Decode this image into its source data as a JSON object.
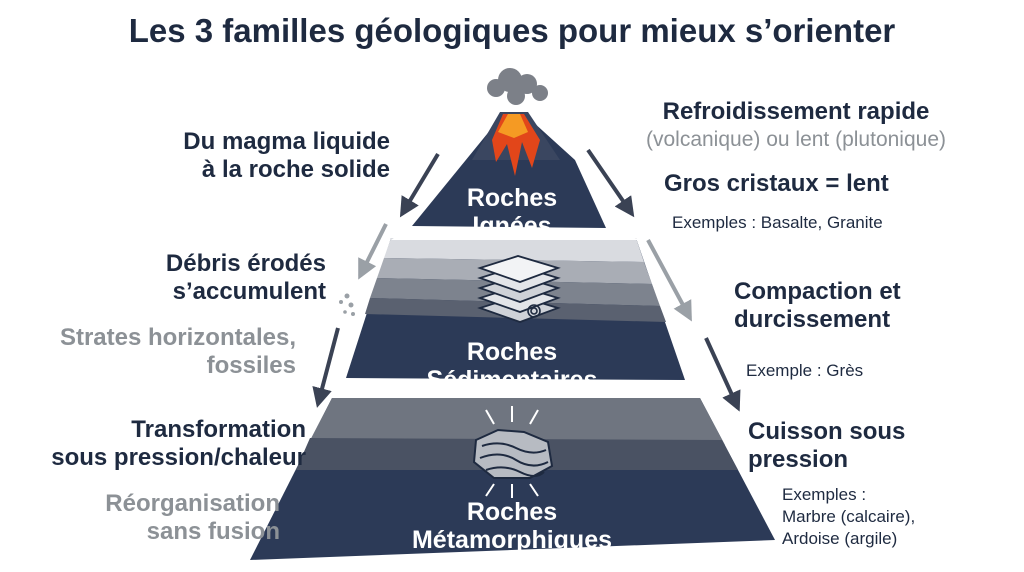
{
  "title": "Les 3 familles géologiques pour mieux s’orienter",
  "layers": {
    "igneous": [
      "Roches",
      "Ignées"
    ],
    "sedimentary": [
      "Roches",
      "Sédimentaires"
    ],
    "metamorphic": [
      "Roches",
      "Métamorphiques"
    ]
  },
  "left": {
    "magma": [
      "Du magma liquide",
      "à la roche solide"
    ],
    "debris": [
      "Débris érodés",
      "s’accumulent"
    ],
    "strata": [
      "Strates horizontales,",
      "fossiles"
    ],
    "transformation": [
      "Transformation",
      "sous pression/chaleur"
    ],
    "reorganisation": [
      "Réorganisation",
      "sans fusion"
    ]
  },
  "right": {
    "cooling_heading": "Refroidissement rapide",
    "cooling_detail": "(volcanique) ou lent (plutonique)",
    "crystals_heading": "Gros cristaux = lent",
    "igneous_examples": "Exemples : Basalte, Granite",
    "compaction": [
      "Compaction et",
      "durcissement"
    ],
    "sedimentary_example": "Exemple : Grès",
    "cooking": [
      "Cuisson sous",
      "pression"
    ],
    "metamorphic_examples": [
      "Exemples :",
      "Marbre (calcaire),",
      "Ardoise (argile)"
    ]
  },
  "icons": [
    "volcano-smoke-icon",
    "rock-layers-icon",
    "fossil-ammonite-icon",
    "metamorphic-rock-icon",
    "pressure-arrows-icon",
    "debris-particles-icon"
  ],
  "colors": {
    "layer_dark": "#2c3a57",
    "text_dark": "#1e2a40",
    "text_grey": "#8c9196",
    "lava": "#e2461a"
  }
}
